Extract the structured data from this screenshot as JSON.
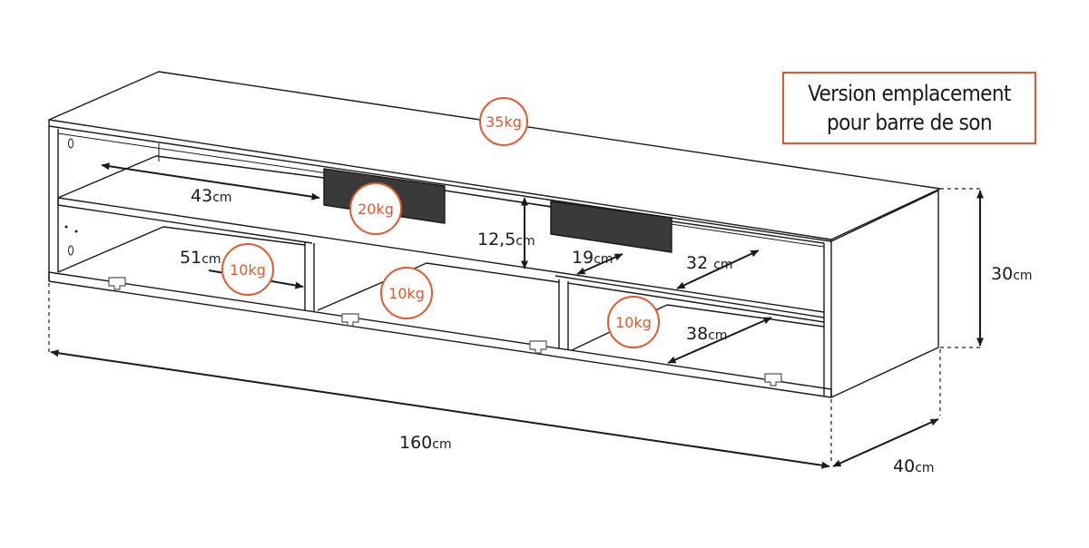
{
  "caption": {
    "line1": "Version emplacement",
    "line2": "pour barre de son"
  },
  "dimensions": {
    "total_width": {
      "value": "160",
      "unit": "cm"
    },
    "depth": {
      "value": "40",
      "unit": "cm"
    },
    "height": {
      "value": "30",
      "unit": "cm"
    },
    "top_shelf_width": {
      "value": "43",
      "unit": "cm"
    },
    "shelf_gap": {
      "value": "12,5",
      "unit": "cm"
    },
    "left_bay_width": {
      "value": "51",
      "unit": "cm"
    },
    "right_top_width": {
      "value": "19",
      "unit": "cm"
    },
    "right_top_depth": {
      "value": "32 ",
      "unit": "cm"
    },
    "right_bottom_depth": {
      "value": "38",
      "unit": "cm"
    }
  },
  "loads": {
    "top": "35kg",
    "center_shelf": "20kg",
    "left_bay": "10kg",
    "middle_bay": "10kg",
    "right_bay": "10kg"
  },
  "colors": {
    "line": "#1a1a1a",
    "accent": "#e8572a",
    "hardware": "#777777"
  }
}
